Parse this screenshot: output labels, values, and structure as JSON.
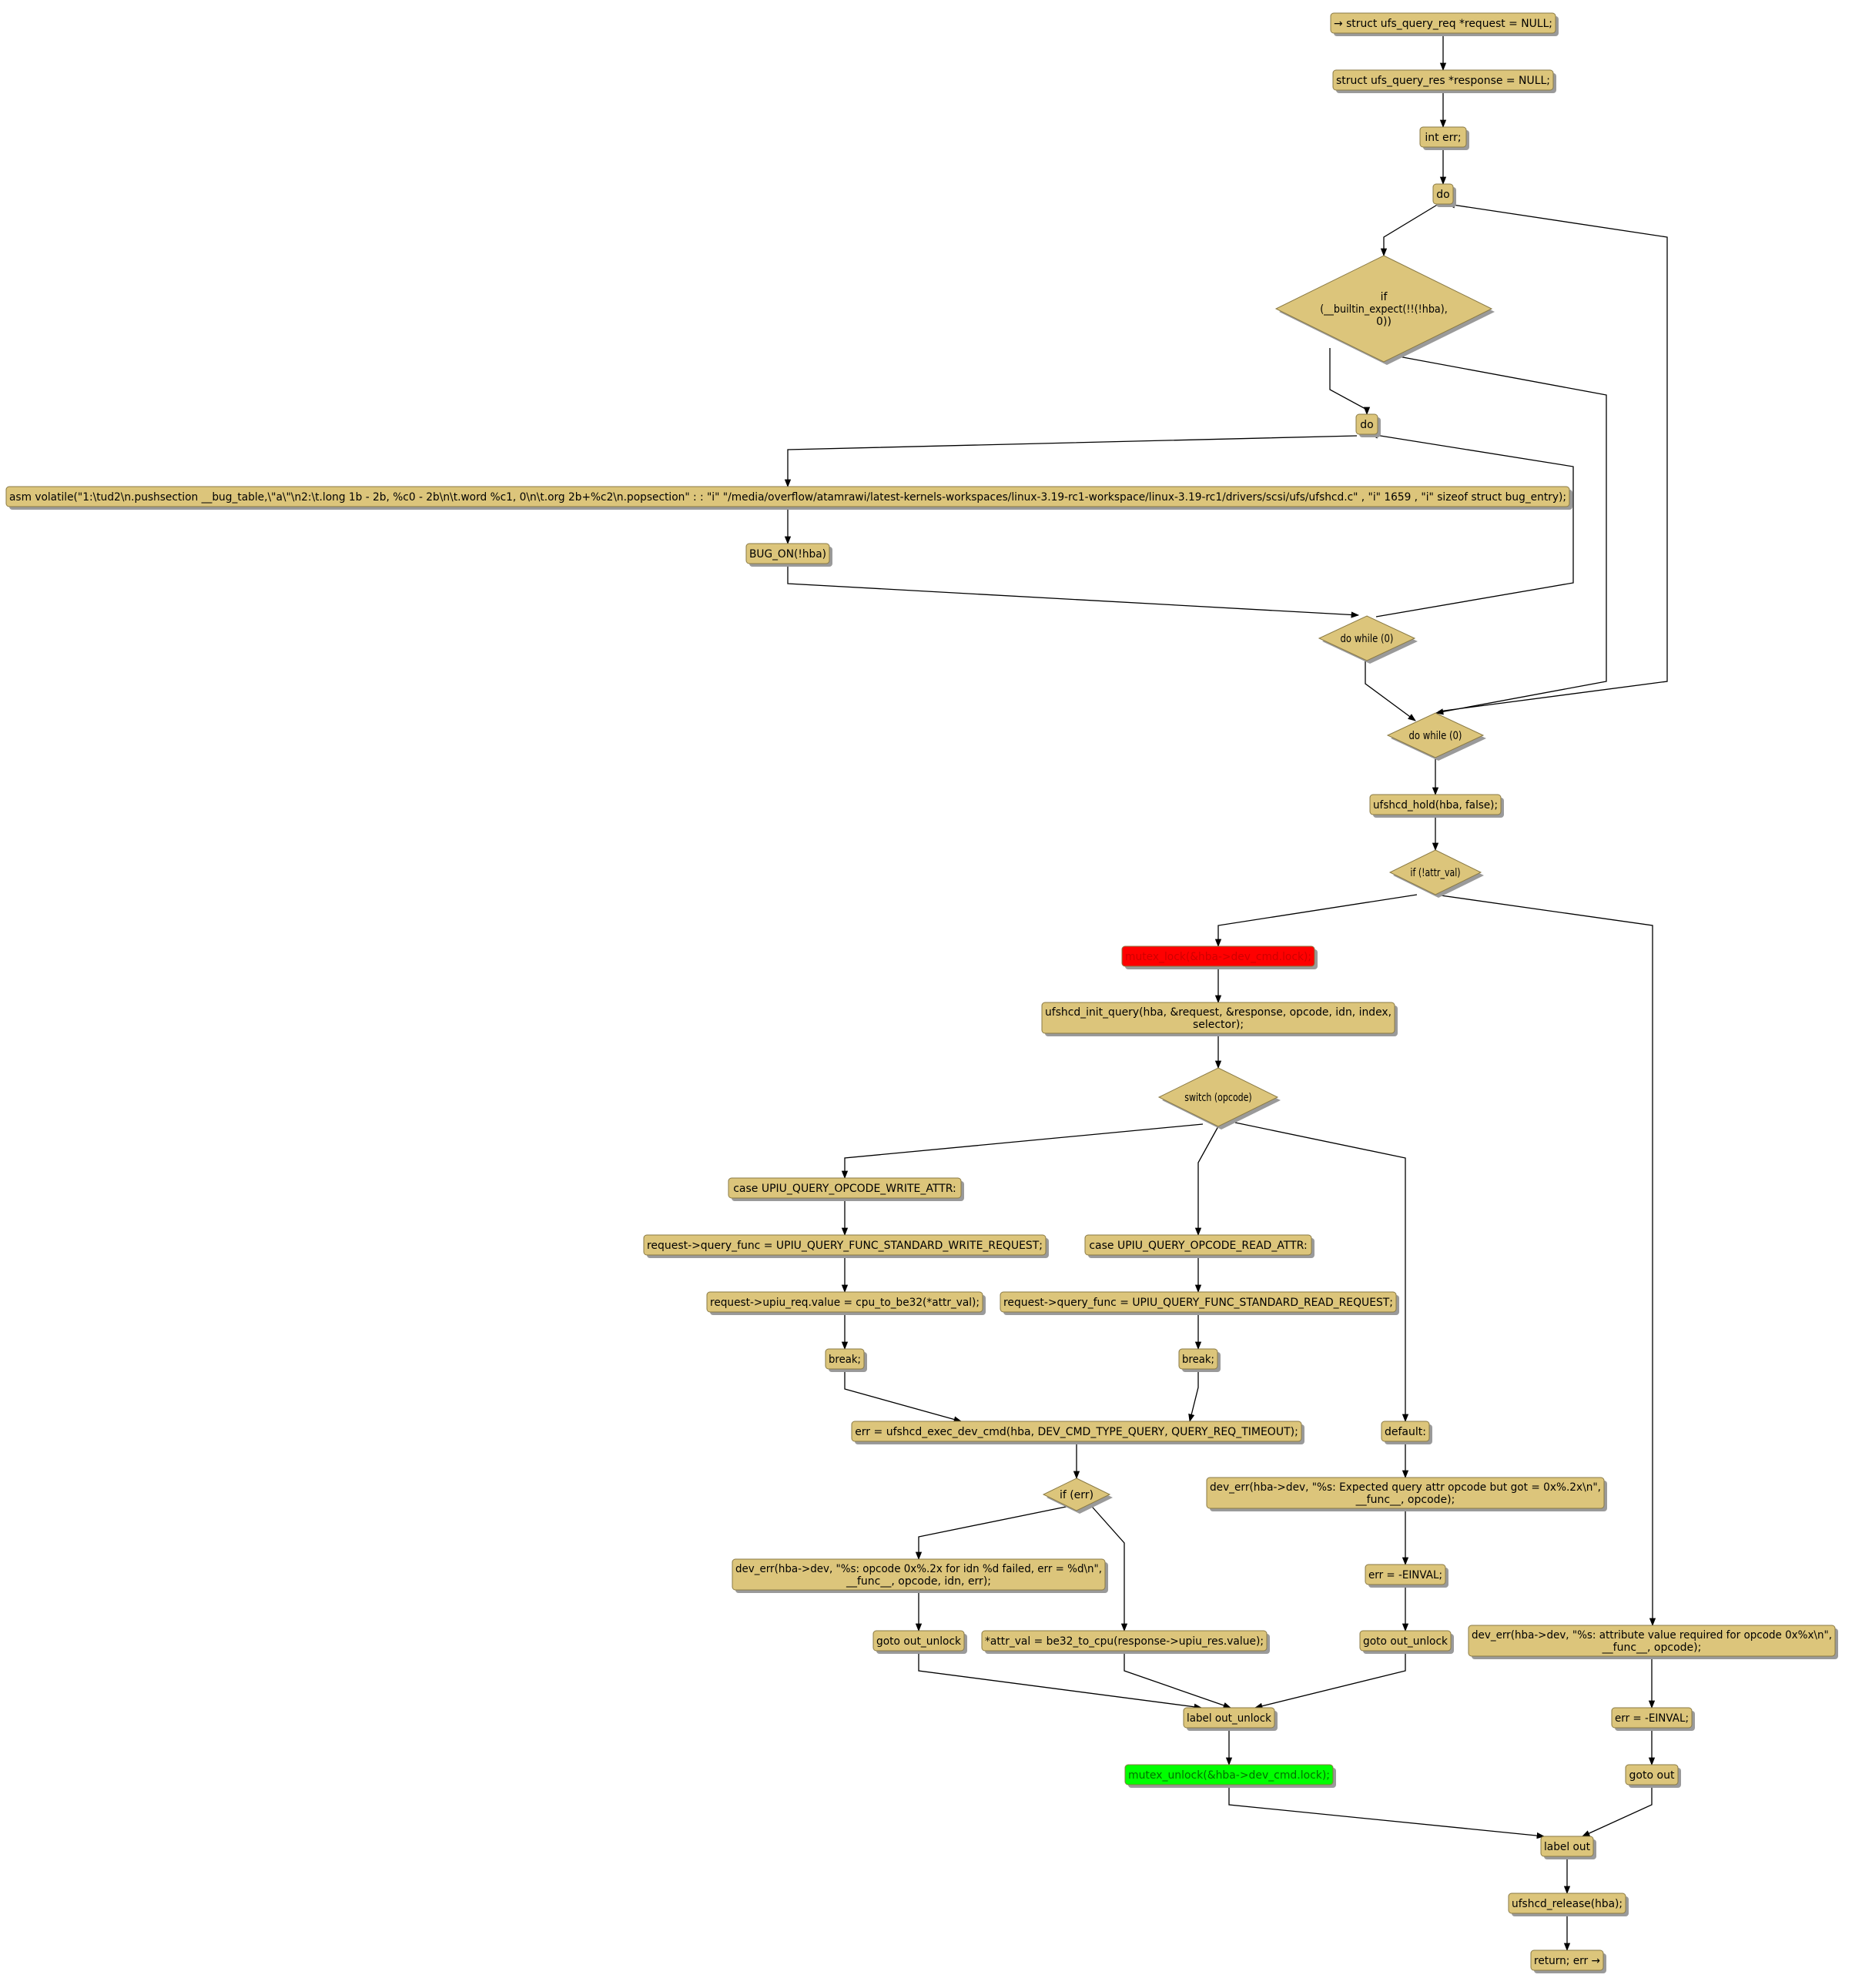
{
  "colors": {
    "node_fill": "#dcc57b",
    "node_stroke": "#8a7a45",
    "shadow": "#9a9a9a",
    "lock_fill": "#ff0000",
    "unlock_fill": "#00ff00",
    "edge": "#000000"
  },
  "nodes": {
    "n_request": "→ struct ufs_query_req *request = NULL;",
    "n_response": "struct ufs_query_res *response = NULL;",
    "n_err_decl": "int err;",
    "n_do1": "do",
    "n_if_builtin": [
      "if",
      "(__builtin_expect(!!(!hba),",
      "0))"
    ],
    "n_do2": "do",
    "n_asm": "asm volatile(\"1:\\tud2\\n.pushsection __bug_table,\\\"a\\\"\\n2:\\t.long 1b - 2b, %c0 - 2b\\n\\t.word %c1, 0\\n\\t.org 2b+%c2\\n.popsection\" : : \"i\" \"/media/overflow/atamrawi/latest-kernels-workspaces/linux-3.19-rc1-workspace/linux-3.19-rc1/drivers/scsi/ufs/ufshcd.c\" , \"i\" 1659 , \"i\" sizeof struct bug_entry);",
    "n_bug_on": "BUG_ON(!hba)",
    "n_dowhile_inner": "do while (0)",
    "n_dowhile_outer": "do while (0)",
    "n_hold": "ufshcd_hold(hba, false);",
    "n_if_attr": "if (!attr_val)",
    "n_mutex_lock": "mutex_lock(&hba->dev_cmd.lock);",
    "n_init_query": [
      "ufshcd_init_query(hba, &request, &response, opcode, idn, index,",
      "selector);"
    ],
    "n_switch": "switch (opcode)",
    "n_case_write": "case UPIU_QUERY_OPCODE_WRITE_ATTR:",
    "n_write_func": "request->query_func = UPIU_QUERY_FUNC_STANDARD_WRITE_REQUEST;",
    "n_upiu_value": "request->upiu_req.value = cpu_to_be32(*attr_val);",
    "n_break1": "break;",
    "n_case_read": "case UPIU_QUERY_OPCODE_READ_ATTR:",
    "n_read_func": "request->query_func = UPIU_QUERY_FUNC_STANDARD_READ_REQUEST;",
    "n_break2": "break;",
    "n_exec": "err = ufshcd_exec_dev_cmd(hba, DEV_CMD_TYPE_QUERY, QUERY_REQ_TIMEOUT);",
    "n_default": "default:",
    "n_deverr_expected": [
      "dev_err(hba->dev, \"%s: Expected query attr opcode but got = 0x%.2x\\n\",",
      "__func__, opcode);"
    ],
    "n_if_err": "if (err)",
    "n_deverr_opcode": [
      "dev_err(hba->dev, \"%s: opcode 0x%.2x for idn %d failed, err = %d\\n\",",
      "__func__, opcode, idn, err);"
    ],
    "n_einval1": "err = -EINVAL;",
    "n_goto_unlock1": "goto out_unlock",
    "n_attr_assign": "*attr_val = be32_to_cpu(response->upiu_res.value);",
    "n_goto_unlock2": "goto out_unlock",
    "n_deverr_required": [
      "dev_err(hba->dev, \"%s: attribute value required for opcode 0x%x\\n\",",
      "__func__, opcode);"
    ],
    "n_label_unlock": "label out_unlock",
    "n_einval2": "err = -EINVAL;",
    "n_mutex_unlock": "mutex_unlock(&hba->dev_cmd.lock);",
    "n_goto_out": "goto out",
    "n_label_out": "label out",
    "n_release": "ufshcd_release(hba);",
    "n_return": "return; err →"
  }
}
